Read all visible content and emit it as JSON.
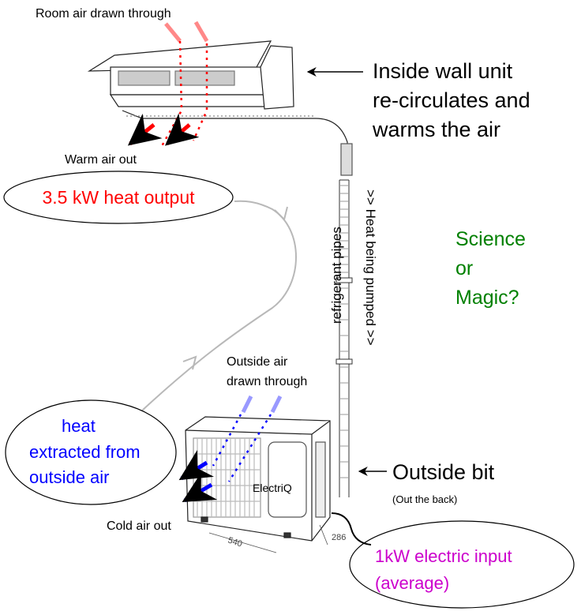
{
  "colors": {
    "warm": "#ff0000",
    "warm_light": "#ff8888",
    "cold": "#0000ff",
    "cold_light": "#9999ff",
    "science": "#008000",
    "electric": "#cc00cc",
    "flow": "#b8b8b8"
  },
  "labels": {
    "room_air": "Room air drawn through",
    "inside_unit": [
      "Inside wall unit",
      "re-circulates and",
      "warms the air"
    ],
    "warm_air_out": "Warm air out",
    "heat_output": "3.5 kW heat output",
    "refrigerant_pipes": "refrigerant  pipes",
    "heat_pumped": ">> Heat being pumped >>",
    "science": [
      "Science",
      "or",
      "Magic?"
    ],
    "outside_air": [
      "Outside air",
      "drawn through"
    ],
    "heat_extracted": [
      "heat",
      "extracted from",
      "outside air"
    ],
    "outside_bit": "Outside bit",
    "out_the_back": "(Out the back)",
    "cold_air_out": "Cold air out",
    "brand": "ElectriQ",
    "dim_width": "540",
    "dim_depth": "286",
    "electric_input": [
      "1kW electric input",
      "(average)"
    ]
  }
}
